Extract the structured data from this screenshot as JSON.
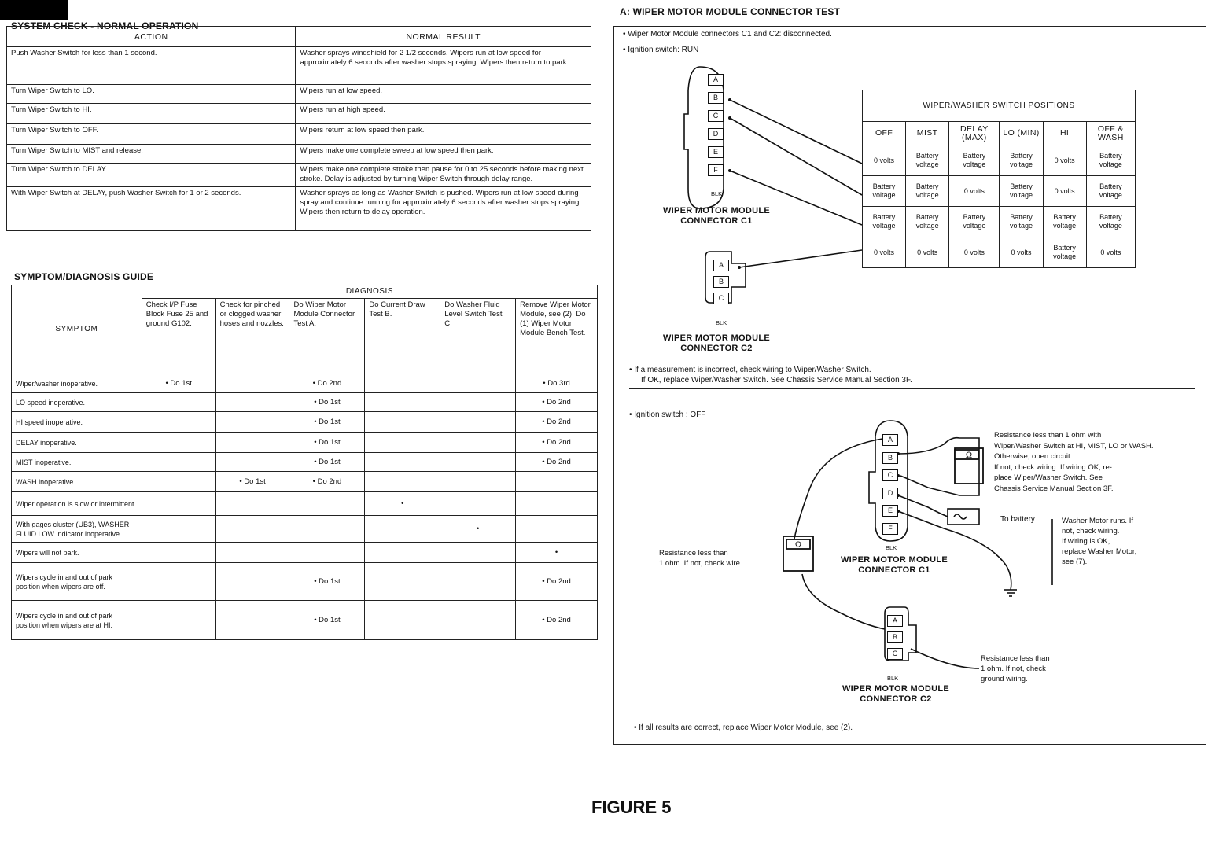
{
  "system_check": {
    "title": "SYSTEM CHECK - NORMAL OPERATION",
    "headers": {
      "action": "ACTION",
      "result": "NORMAL RESULT"
    },
    "rows": [
      {
        "action": "Push Washer Switch for less than 1 second.",
        "result": "Washer sprays windshield for 2 1/2 seconds. Wipers run at low speed for approximately 6 seconds after washer stops spraying. Wipers then return to park."
      },
      {
        "action": "Turn Wiper Switch to LO.",
        "result": "Wipers run at low speed."
      },
      {
        "action": "Turn Wiper Switch to HI.",
        "result": "Wipers run at high speed."
      },
      {
        "action": "Turn Wiper Switch to OFF.",
        "result": "Wipers return at low speed then park."
      },
      {
        "action": "Turn Wiper Switch to MIST and release.",
        "result": "Wipers make one complete sweep at low speed then park."
      },
      {
        "action": "Turn Wiper Switch to DELAY.",
        "result": "Wipers make one complete stroke then pause for 0 to 25 seconds before making next stroke. Delay is adjusted by turning Wiper Switch through delay range."
      },
      {
        "action": "With Wiper Switch at DELAY, push Washer Switch for 1 or 2 seconds.",
        "result": "Washer sprays as long as Washer Switch is pushed. Wipers run at low speed during spray and continue running for approximately 6 seconds after washer stops spraying. Wipers then return to delay operation."
      }
    ]
  },
  "symptom_guide": {
    "title": "SYMPTOM/DIAGNOSIS GUIDE",
    "symptom_header": "SYMPTOM",
    "diagnosis_header": "DIAGNOSIS",
    "columns": [
      "Check I/P Fuse Block Fuse 25 and ground G102.",
      "Check for pinched or clogged washer hoses and nozzles.",
      "Do Wiper Motor Module Connector Test A.",
      "Do Current Draw Test B.",
      "Do Washer Fluid Level Switch Test C.",
      "Remove Wiper Motor Module, see (2). Do (1) Wiper Motor Module Bench Test."
    ],
    "rows": [
      {
        "symptom": "Wiper/washer inoperative.",
        "cells": [
          "• Do 1st",
          "",
          "• Do 2nd",
          "",
          "",
          "• Do 3rd"
        ]
      },
      {
        "symptom": "LO speed inoperative.",
        "cells": [
          "",
          "",
          "• Do 1st",
          "",
          "",
          "• Do 2nd"
        ]
      },
      {
        "symptom": "HI speed inoperative.",
        "cells": [
          "",
          "",
          "• Do 1st",
          "",
          "",
          "• Do 2nd"
        ]
      },
      {
        "symptom": "DELAY inoperative.",
        "cells": [
          "",
          "",
          "• Do 1st",
          "",
          "",
          "• Do 2nd"
        ]
      },
      {
        "symptom": "MIST inoperative.",
        "cells": [
          "",
          "",
          "• Do 1st",
          "",
          "",
          "• Do 2nd"
        ]
      },
      {
        "symptom": "WASH inoperative.",
        "cells": [
          "",
          "• Do 1st",
          "• Do 2nd",
          "",
          "",
          ""
        ]
      },
      {
        "symptom": "Wiper operation is slow or intermittent.",
        "cells": [
          "",
          "",
          "",
          "•",
          "",
          ""
        ]
      },
      {
        "symptom": "With gages cluster (UB3), WASHER FLUID LOW indicator inoperative.",
        "cells": [
          "",
          "",
          "",
          "",
          "•",
          ""
        ]
      },
      {
        "symptom": "Wipers will not park.",
        "cells": [
          "",
          "",
          "",
          "",
          "",
          "•"
        ]
      },
      {
        "symptom": "Wipers cycle in and out of park position when wipers are off.",
        "cells": [
          "",
          "",
          "• Do 1st",
          "",
          "",
          "• Do 2nd"
        ]
      },
      {
        "symptom": "Wipers cycle in and out of park position when wipers are at HI.",
        "cells": [
          "",
          "",
          "• Do 1st",
          "",
          "",
          "• Do 2nd"
        ]
      }
    ]
  },
  "test_a": {
    "title": "A: WIPER MOTOR MODULE CONNECTOR TEST",
    "conditions": [
      "Wiper Motor Module connectors C1 and C2: disconnected.",
      "Ignition switch: RUN"
    ],
    "c1_pins": [
      "A",
      "B",
      "C",
      "D",
      "E",
      "F"
    ],
    "c2_pins": [
      "A",
      "B",
      "C"
    ],
    "blk": "BLK",
    "c1_label": [
      "WIPER MOTOR MODULE",
      "CONNECTOR C1"
    ],
    "c2_label": [
      "WIPER MOTOR MODULE",
      "CONNECTOR C2"
    ],
    "switch_table": {
      "title": "WIPER/WASHER SWITCH POSITIONS",
      "columns": [
        "OFF",
        "MIST",
        "DELAY (MAX)",
        "LO (MIN)",
        "HI",
        "OFF & WASH"
      ],
      "rows": [
        [
          "0 volts",
          "Battery voltage",
          "Battery voltage",
          "Battery voltage",
          "0 volts",
          "Battery voltage"
        ],
        [
          "Battery voltage",
          "Battery voltage",
          "0 volts",
          "Battery voltage",
          "0 volts",
          "Battery voltage"
        ],
        [
          "Battery voltage",
          "Battery voltage",
          "Battery voltage",
          "Battery voltage",
          "Battery voltage",
          "Battery voltage"
        ],
        [
          "0 volts",
          "0 volts",
          "0 volts",
          "0 volts",
          "Battery voltage",
          "0 volts"
        ]
      ]
    },
    "note_incorrect": [
      "If a measurement is incorrect, check wiring to Wiper/Washer Switch.",
      "If OK, replace Wiper/Washer Switch. See Chassis Service Manual Section 3F."
    ],
    "ignition_off": "Ignition switch : OFF",
    "resistance_note_1": [
      "Resistance less than 1 ohm with",
      "Wiper/Washer Switch at HI, MIST, LO or WASH.",
      "Otherwise, open circuit.",
      "If not, check wiring. If wiring OK, re-",
      "place Wiper/Washer Switch. See",
      "Chassis Service Manual Section 3F."
    ],
    "to_battery": "To battery",
    "washer_note": [
      "Washer Motor runs. If",
      "not, check wiring.",
      "If wiring is OK,",
      "replace Washer Motor,",
      "see (7)."
    ],
    "resistance_note_2": [
      "Resistance less than",
      "1 ohm. If not, check wire."
    ],
    "resistance_note_3": [
      "Resistance less than",
      "1 ohm. If not, check",
      "ground wiring."
    ],
    "ohm_symbol": "Ω",
    "final_note": "If all results are correct, replace Wiper Motor Module, see (2)."
  },
  "figure_caption": "FIGURE 5"
}
